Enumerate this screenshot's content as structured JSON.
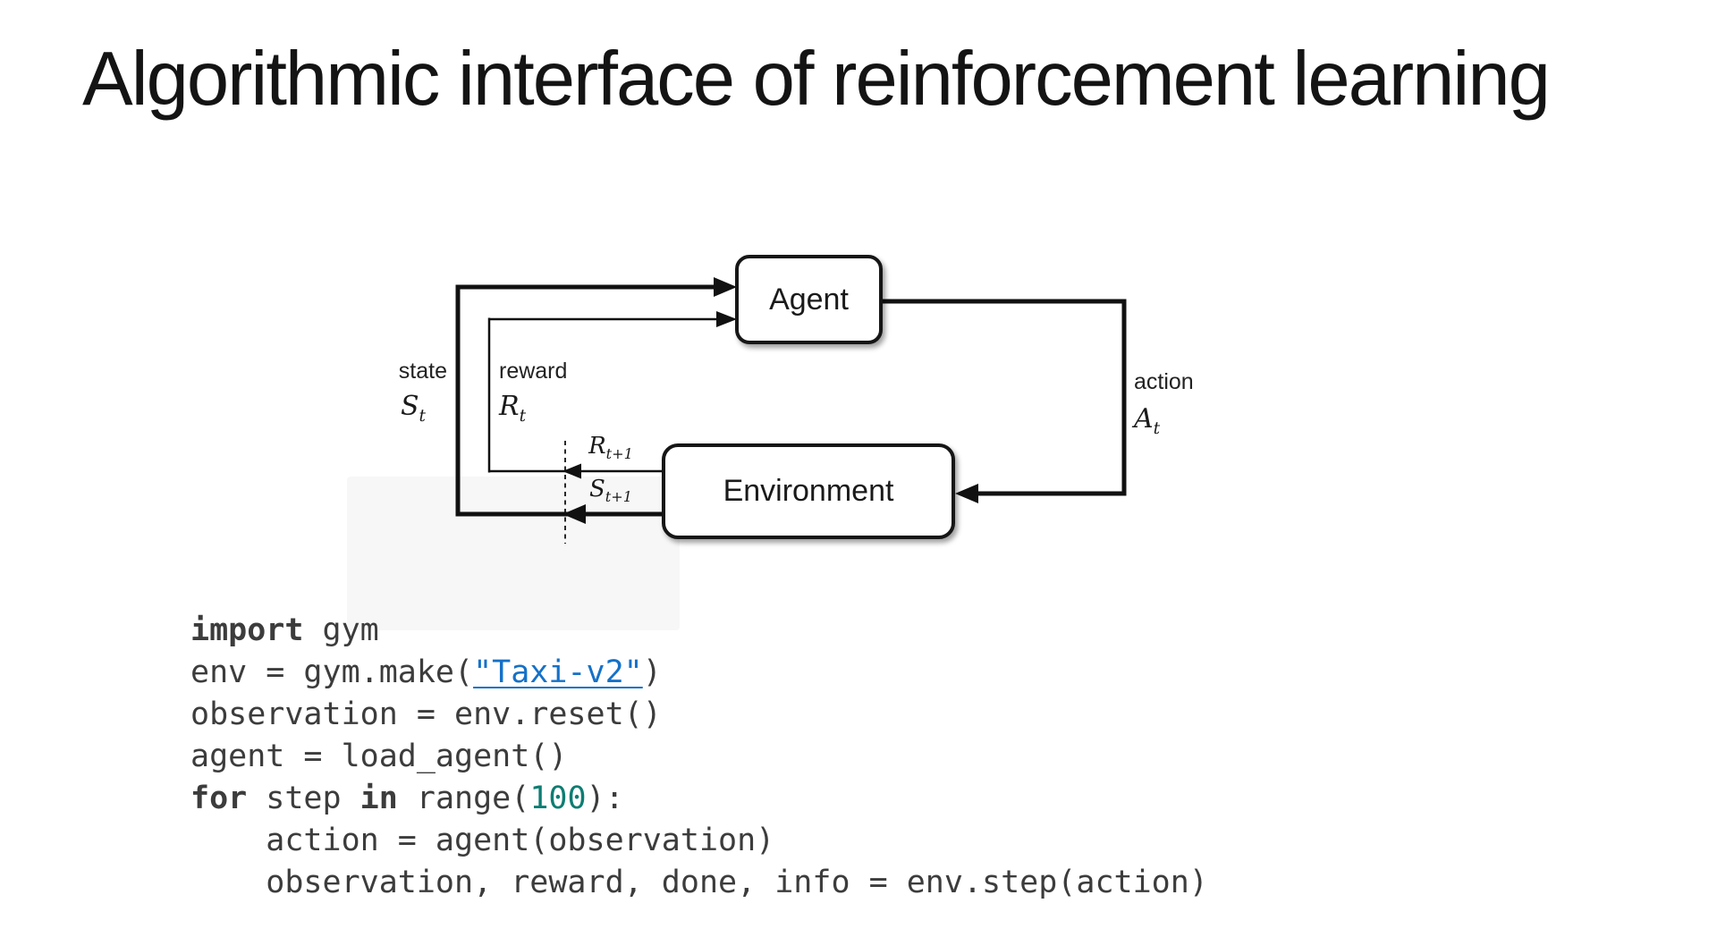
{
  "slide": {
    "title": "Algorithmic interface of reinforcement learning"
  },
  "diagram": {
    "agent_label": "Agent",
    "environment_label": "Environment",
    "state": {
      "word": "state",
      "base": "S",
      "sub": "t"
    },
    "reward": {
      "word": "reward",
      "base": "R",
      "sub": "t"
    },
    "action": {
      "word": "action",
      "base": "A",
      "sub": "t"
    },
    "reward_next": {
      "base": "R",
      "sub": "t+1"
    },
    "state_next": {
      "base": "S",
      "sub": "t+1"
    }
  },
  "code": {
    "lines": [
      {
        "segments": [
          {
            "text": "import",
            "style": "keyword"
          },
          {
            "text": " gym",
            "style": "plain"
          }
        ]
      },
      {
        "segments": [
          {
            "text": "env = gym.make(",
            "style": "plain"
          },
          {
            "text": "\"Taxi-v2\"",
            "style": "link"
          },
          {
            "text": ")",
            "style": "plain"
          }
        ]
      },
      {
        "segments": [
          {
            "text": "observation = env.reset()",
            "style": "plain"
          }
        ]
      },
      {
        "segments": [
          {
            "text": "agent = load_agent()",
            "style": "plain"
          }
        ]
      },
      {
        "segments": [
          {
            "text": "for",
            "style": "keyword"
          },
          {
            "text": " step ",
            "style": "plain"
          },
          {
            "text": "in",
            "style": "keyword"
          },
          {
            "text": " range(",
            "style": "plain"
          },
          {
            "text": "100",
            "style": "number"
          },
          {
            "text": "):",
            "style": "plain"
          }
        ]
      },
      {
        "segments": [
          {
            "text": "    action = agent(observation)",
            "style": "plain"
          }
        ]
      },
      {
        "segments": [
          {
            "text": "    observation, reward, done, info = env.step(action)",
            "style": "plain"
          }
        ]
      }
    ]
  },
  "colors": {
    "link_blue": "#1571c8",
    "number_teal": "#0d7d72",
    "code_gray": "#3c3c3c",
    "line_black": "#111111"
  }
}
